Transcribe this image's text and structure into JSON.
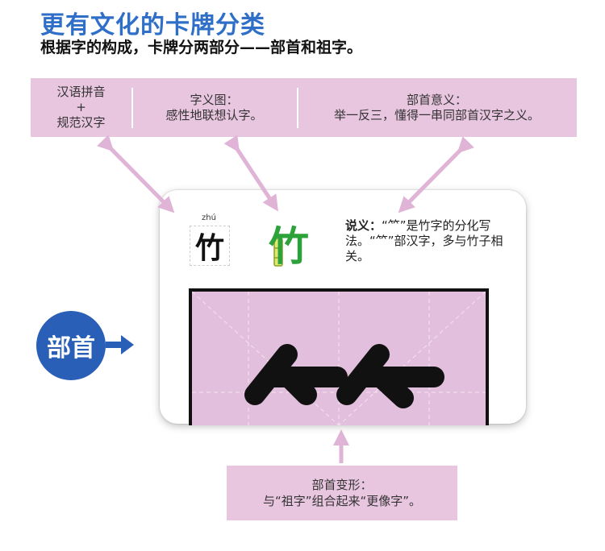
{
  "header": {
    "title": "更有文化的卡牌分类",
    "subtitle": "根据字的构成，卡牌分两部分——部首和祖字。"
  },
  "top_labels": [
    {
      "line1": "汉语拼音",
      "line2": "+",
      "line3": "规范汉字"
    },
    {
      "line1": "字义图：",
      "line2": "感性地联想认字。"
    },
    {
      "line1": "部首意义：",
      "line2": "举一反三，懂得一串同部首汉字之义。"
    }
  ],
  "card": {
    "pinyin": "zhú",
    "character": "竹",
    "picture_character": "竹",
    "explain_label": "说义：",
    "explain_text": "“⺮”是竹字的分化写法。“⺮”部汉字，多与竹子相关。",
    "radical": "⺮"
  },
  "badge": {
    "label": "部首"
  },
  "bottom_label": {
    "line1": "部首变形：",
    "line2": "与“祖字”组合起来“更像字”。"
  },
  "colors": {
    "title_blue": "#2f6fc7",
    "badge_blue": "#2a5fb8",
    "panel_pink": "#e8c6e0",
    "arrow_pink": "#e0b4d6",
    "bamboo_green": "#2ea23a"
  }
}
